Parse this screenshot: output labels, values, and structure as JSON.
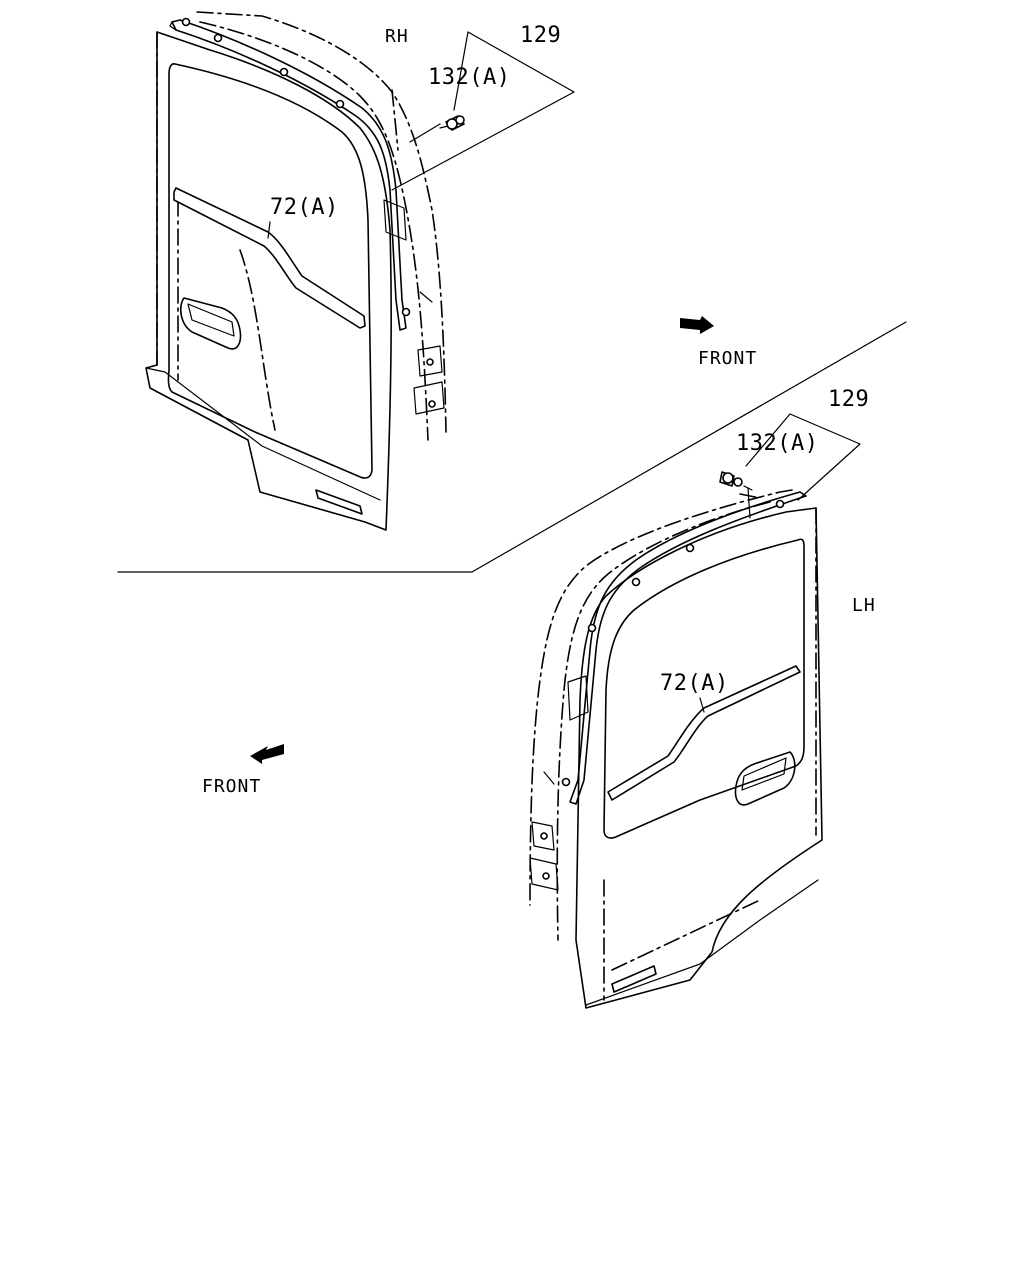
{
  "diagram": {
    "views": [
      {
        "id": "rh",
        "side_label": "RH",
        "front_label": "FRONT"
      },
      {
        "id": "lh",
        "side_label": "LH",
        "front_label": "FRONT"
      }
    ],
    "callouts": {
      "weatherstrip_assembly": "129",
      "clip": "132(A)",
      "belt_molding": "72(A)"
    },
    "icons": [
      "front-direction-arrow-icon"
    ]
  }
}
